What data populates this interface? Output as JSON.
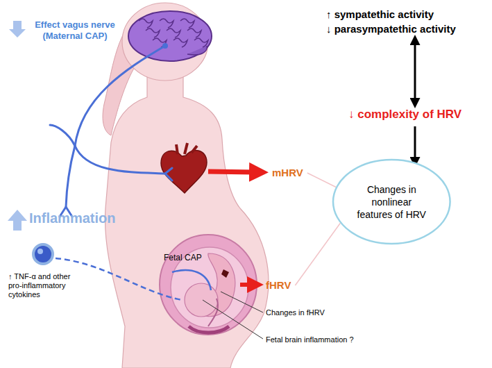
{
  "diagram": {
    "nodes": [
      {
        "text": [
          "↑ sympatethic activity",
          "↓ parasympatethic activity"
        ]
      },
      {
        "text": [
          "↓ complexity of HRV"
        ]
      },
      {
        "text": [
          "mHRV"
        ]
      },
      {
        "text": [
          "Changes in nonlinear features of HRV"
        ]
      },
      {
        "text": [
          "fHRV"
        ]
      }
    ],
    "edges": [
      {
        "from": 0,
        "to": 1,
        "arrow": "both"
      },
      {
        "from": 1,
        "to": 3,
        "arrow": "to"
      },
      {
        "from": 2,
        "to": 3,
        "arrow": "none"
      },
      {
        "from": 4,
        "to": 3,
        "arrow": "none"
      }
    ],
    "labels": [
      "Effect vagus nerve (Maternal CAP)",
      "Inflammation",
      "↑ TNF-α and other pro-inflammatory cytokines",
      "Fetal CAP",
      "Changes in fHRV",
      "Fetal brain inflammation ?"
    ]
  }
}
